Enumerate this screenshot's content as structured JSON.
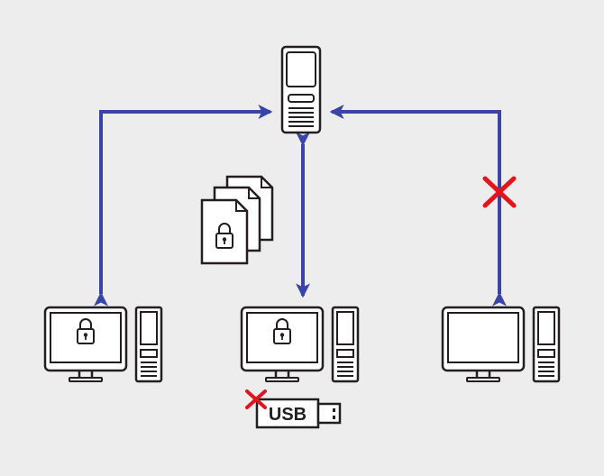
{
  "diagram": {
    "nodes": [
      {
        "id": "server",
        "type": "server-tower",
        "icon": "server-icon"
      },
      {
        "id": "pc-left",
        "type": "desktop-computer",
        "icon": "computer-icon",
        "screen_icon": "padlock-icon"
      },
      {
        "id": "pc-middle",
        "type": "desktop-computer",
        "icon": "computer-icon",
        "screen_icon": "padlock-icon"
      },
      {
        "id": "pc-right",
        "type": "desktop-computer",
        "icon": "computer-icon",
        "screen_icon": ""
      },
      {
        "id": "encrypted-documents",
        "type": "document-stack",
        "icon": "locked-documents-icon"
      },
      {
        "id": "usb-drive",
        "type": "usb-stick",
        "icon": "usb-drive-icon"
      }
    ],
    "edges": [
      {
        "from": "server",
        "to": "pc-left",
        "direction": "both",
        "blocked": false
      },
      {
        "from": "server",
        "to": "pc-middle",
        "direction": "both",
        "blocked": false
      },
      {
        "from": "server",
        "to": "pc-right",
        "direction": "both",
        "blocked": true
      }
    ],
    "usb_label": "USB",
    "usb_blocked": true,
    "colors": {
      "background": "#ededed",
      "arrow": "#3a44a6",
      "outline": "#231f20",
      "blocked_mark": "#e3141b"
    }
  }
}
